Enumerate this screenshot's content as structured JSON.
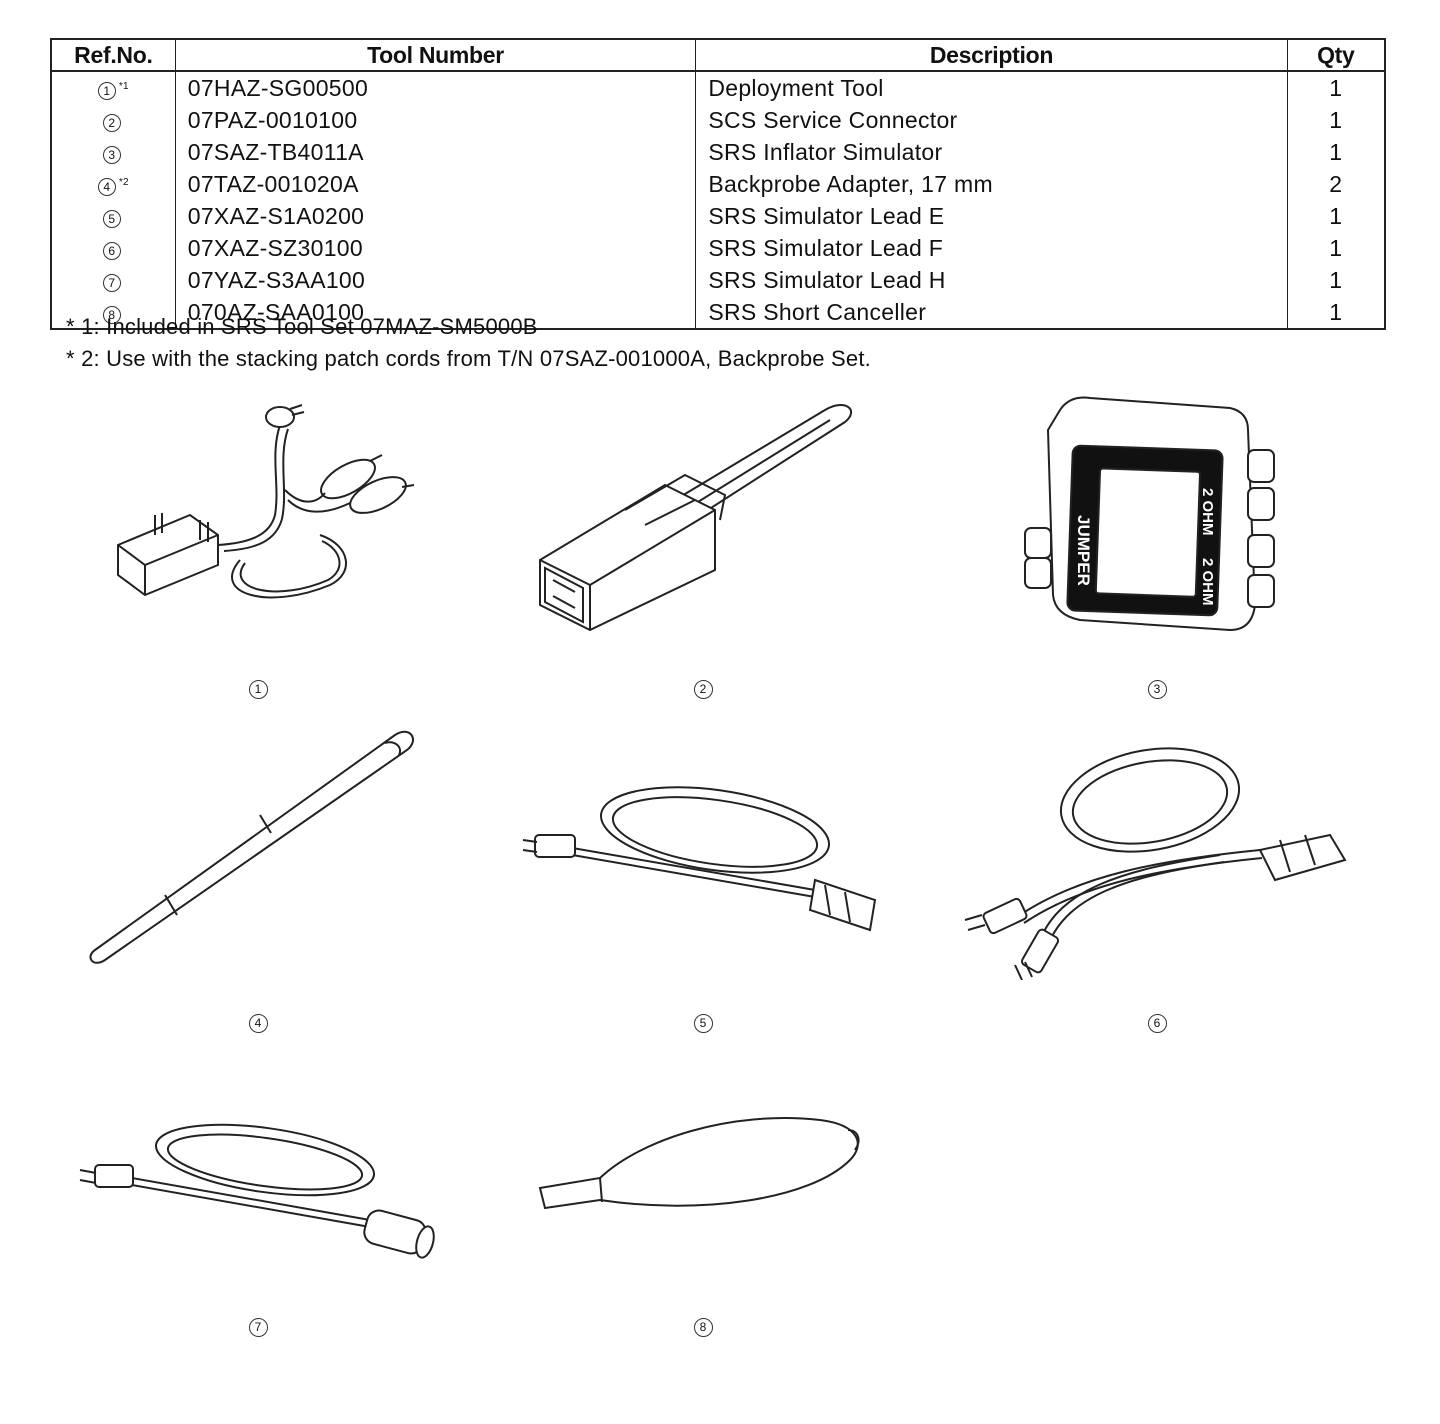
{
  "table": {
    "headers": [
      "Ref.No.",
      "Tool Number",
      "Description",
      "Qty"
    ],
    "rows": [
      {
        "ref": "1",
        "note": "*1",
        "tool": "07HAZ-SG00500",
        "desc": "Deployment Tool",
        "qty": "1"
      },
      {
        "ref": "2",
        "note": "",
        "tool": "07PAZ-0010100",
        "desc": "SCS Service Connector",
        "qty": "1"
      },
      {
        "ref": "3",
        "note": "",
        "tool": "07SAZ-TB4011A",
        "desc": "SRS Inflator Simulator",
        "qty": "1"
      },
      {
        "ref": "4",
        "note": "*2",
        "tool": "07TAZ-001020A",
        "desc": "Backprobe Adapter, 17 mm",
        "qty": "2"
      },
      {
        "ref": "5",
        "note": "",
        "tool": "07XAZ-S1A0200",
        "desc": "SRS Simulator Lead E",
        "qty": "1"
      },
      {
        "ref": "6",
        "note": "",
        "tool": "07XAZ-SZ30100",
        "desc": "SRS Simulator Lead F",
        "qty": "1"
      },
      {
        "ref": "7",
        "note": "",
        "tool": "07YAZ-S3AA100",
        "desc": "SRS Simulator Lead H",
        "qty": "1"
      },
      {
        "ref": "8",
        "note": "",
        "tool": "070AZ-SAA0100",
        "desc": "SRS Short Canceller",
        "qty": "1"
      }
    ]
  },
  "notes": [
    "* 1: Included in SRS Tool Set 07MAZ-SM5000B",
    "* 2: Use with the stacking patch cords from T/N 07SAZ-001000A, Backprobe Set."
  ],
  "illustrations": {
    "labels": [
      "1",
      "2",
      "3",
      "4",
      "5",
      "6",
      "7",
      "8"
    ],
    "simulator_jumper_text": "JUMPER",
    "simulator_ohm_text": "2 OHM"
  }
}
